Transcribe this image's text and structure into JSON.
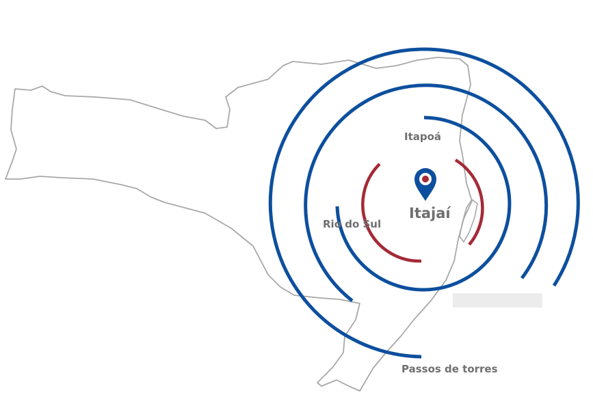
{
  "map": {
    "region_outline_color": "#a8a8a8",
    "colors": {
      "inner_ring": "#a52a36",
      "outer_rings": "#0d4f9e",
      "pin_body": "#0d4f9e",
      "pin_center": "#a52a36"
    },
    "pin": {
      "icon": "map-pin-icon"
    },
    "cities": {
      "center": "Itajaí",
      "itapoa": "Itapoá",
      "rio_do_sul": "Rio do Sul",
      "passos_de_torres": "Passos de torres"
    }
  }
}
